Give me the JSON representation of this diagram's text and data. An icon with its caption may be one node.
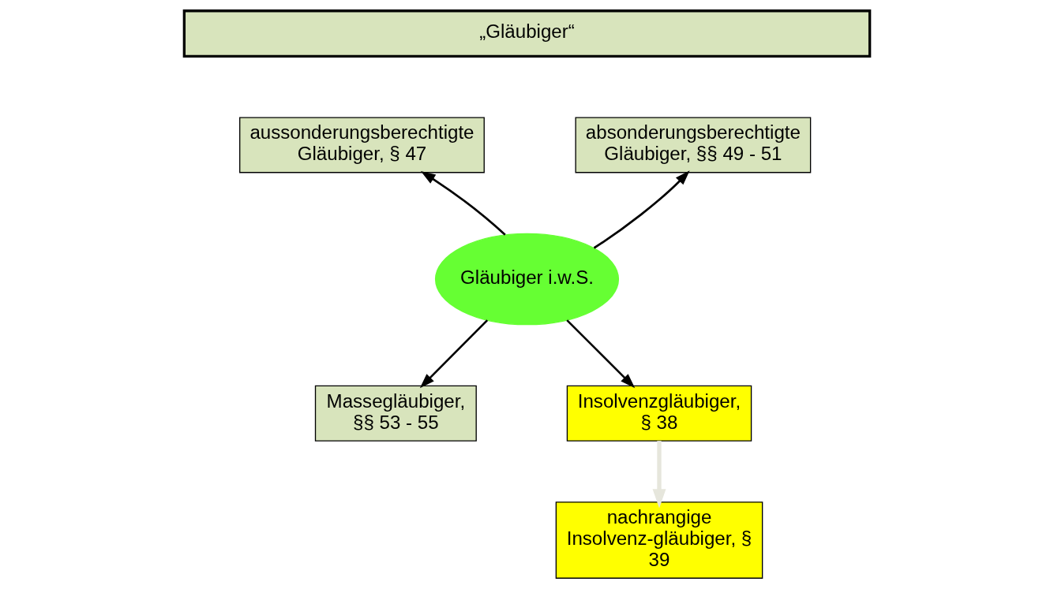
{
  "diagram": {
    "nodes": [
      {
        "text": [
          "„Gläubiger“"
        ]
      },
      {
        "text": [
          "aussonderungsberechtigte Gläubiger, § 47"
        ]
      },
      {
        "text": [
          "absonderungsberechtigte Gläubiger, §§ 49 - 51"
        ]
      },
      {
        "text": [
          "Gläubiger i.w.S."
        ]
      },
      {
        "text": [
          "Massegläubiger, §§ 53 - 55"
        ]
      },
      {
        "text": [
          "Insolvenzgläubiger, § 38"
        ]
      },
      {
        "text": [
          "nachrangige Insolvenz-gläubiger, § 39"
        ]
      }
    ],
    "edges": [
      {
        "from": 3,
        "to": 1,
        "arrow": "to"
      },
      {
        "from": 3,
        "to": 2,
        "arrow": "to"
      },
      {
        "from": 3,
        "to": 4,
        "arrow": "to"
      },
      {
        "from": 3,
        "to": 5,
        "arrow": "to"
      },
      {
        "from": 5,
        "to": 6,
        "arrow": "to",
        "style": "thick",
        "color": "#e6e6dc"
      }
    ]
  }
}
